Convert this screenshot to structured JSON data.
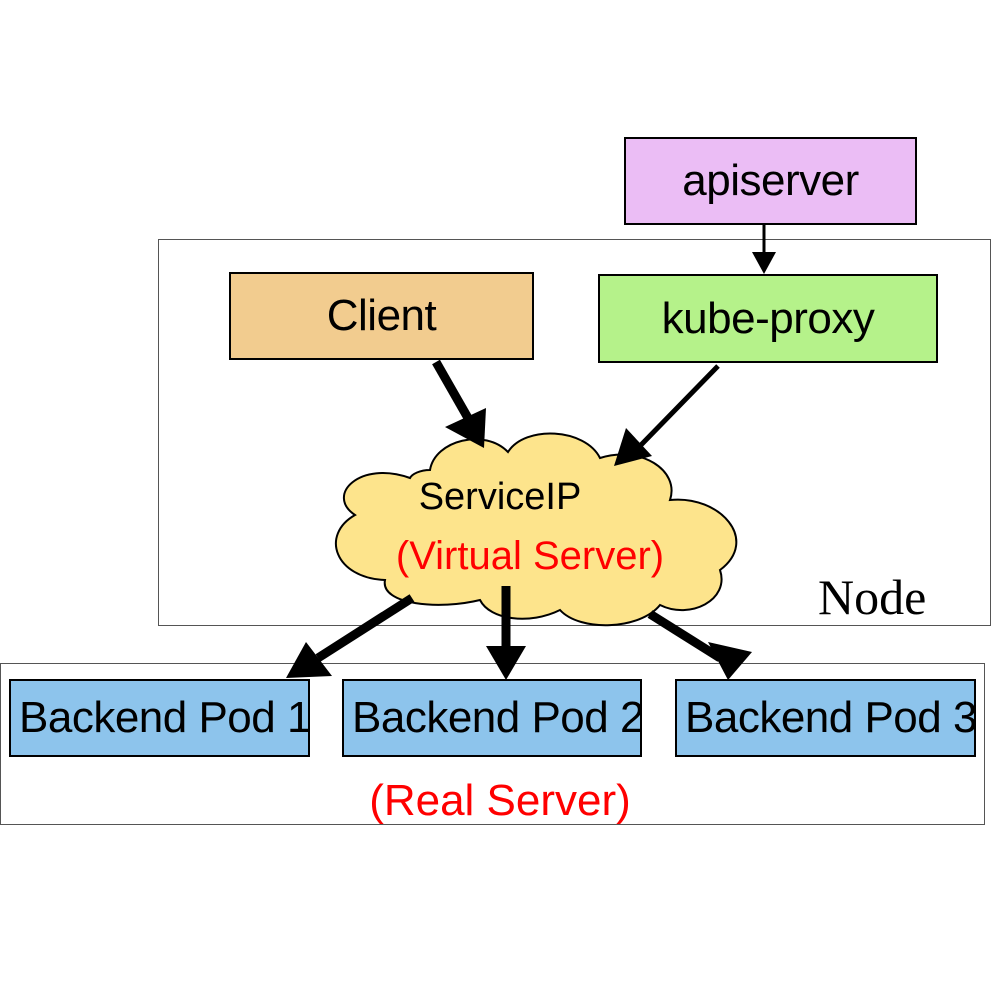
{
  "colors": {
    "apiserver": "#EBBDF5",
    "client": "#F2CC8F",
    "kube_proxy": "#B5F28A",
    "cloud": "#FDE48C",
    "pod": "#8DC4EC",
    "highlight_text": "#FF0000",
    "arrow": "#000000"
  },
  "nodes": {
    "apiserver": "apiserver",
    "client": "Client",
    "kube_proxy": "kube-proxy",
    "service_ip": "ServiceIP",
    "virtual_server": "(Virtual Server)",
    "pods": [
      "Backend Pod 1",
      "Backend Pod 2",
      "Backend Pod 3"
    ]
  },
  "labels": {
    "node": "Node",
    "real_server": "(Real Server)"
  }
}
